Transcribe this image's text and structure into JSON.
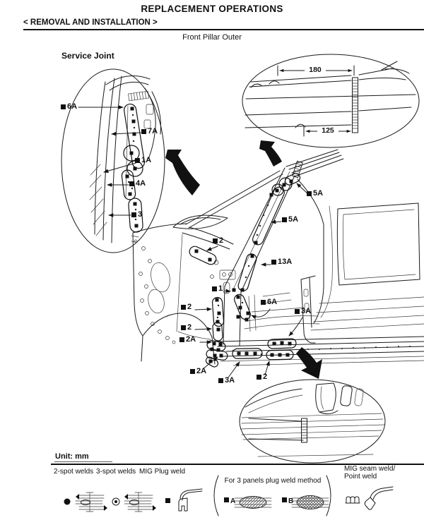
{
  "header": {
    "title": "REPLACEMENT OPERATIONS",
    "subtitle": "< REMOVAL AND INSTALLATION >",
    "section_caption": "Front Pillar Outer"
  },
  "diagram": {
    "service_joint_title": "Service Joint",
    "unit_note": "Unit: mm",
    "service_joint_callouts": [
      "6A",
      "7A",
      "1A",
      "4A",
      "3"
    ],
    "main_callouts": [
      "5A",
      "5A",
      "13A",
      "2",
      "1",
      "2",
      "2",
      "2A",
      "2A",
      "3A",
      "2",
      "6A",
      "3A"
    ],
    "dimensions": {
      "roof_rail_seam": "180",
      "lower_seam": "125"
    }
  },
  "legend": {
    "two_spot": "2-spot welds",
    "three_spot": "3-spot welds",
    "mig_plug": "MIG Plug weld",
    "three_panels": "For 3 panels plug weld method",
    "panel_a": "A",
    "panel_b": "B",
    "mig_seam_line1": "MIG seam weld/",
    "mig_seam_line2": "Point weld"
  }
}
